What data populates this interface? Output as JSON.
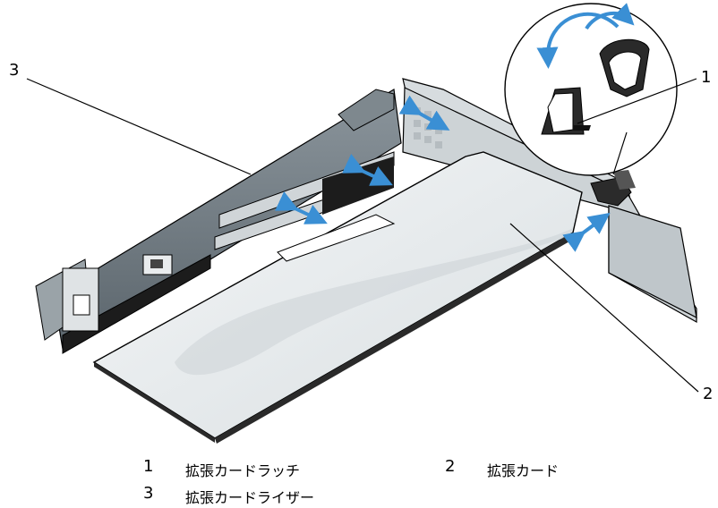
{
  "callouts": {
    "c1": "1",
    "c2": "2",
    "c3": "3"
  },
  "legend": [
    {
      "num": "1",
      "text": "拡張カードラッチ"
    },
    {
      "num": "2",
      "text": "拡張カード"
    },
    {
      "num": "3",
      "text": "拡張カードライザー"
    }
  ],
  "colors": {
    "arrow": "#3a8fd4",
    "card": "#e8ecee",
    "riser": "#6f7a82",
    "outline": "#000000"
  }
}
